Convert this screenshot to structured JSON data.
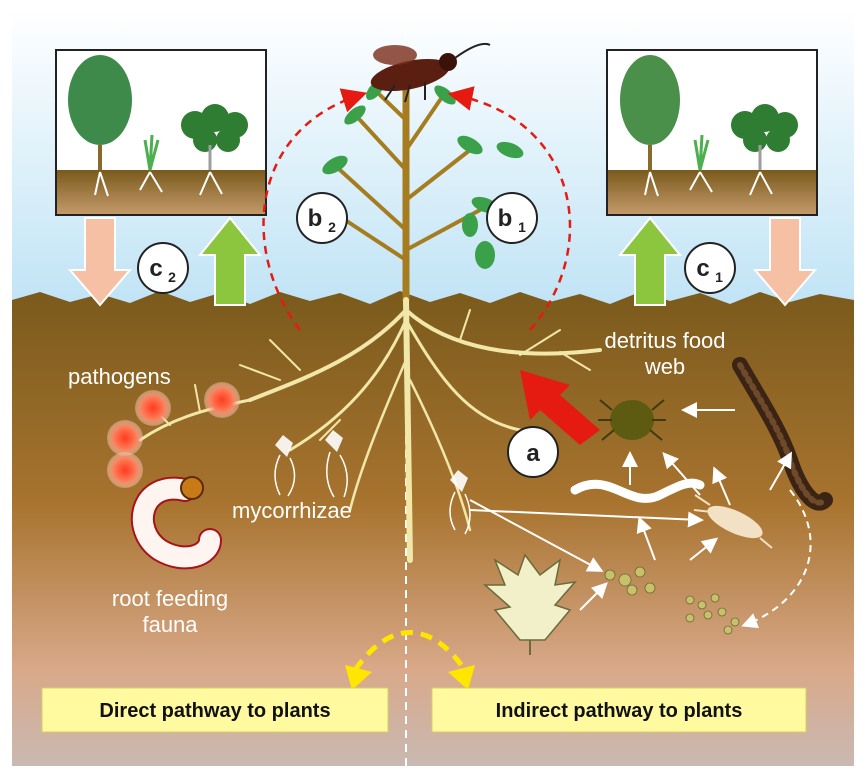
{
  "labels": {
    "pathogens": "pathogens",
    "mycorrhizae": "mycorrhizae",
    "root_feeding_line1": "root feeding",
    "root_feeding_line2": "fauna",
    "detritus_line1": "detritus food",
    "detritus_line2": "web"
  },
  "markers": {
    "a": "a",
    "b1": "b",
    "b1_sub": "1",
    "b2": "b",
    "b2_sub": "2",
    "c1": "c",
    "c1_sub": "1",
    "c2": "c",
    "c2_sub": "2"
  },
  "pathways": {
    "direct": "Direct pathway to plants",
    "indirect": "Indirect pathway to plants"
  },
  "colors": {
    "sky_top": "#bfe3f5",
    "soil_top": "#7a5a1c",
    "soil_bottom": "#d9a98a",
    "root": "#f1e7a8",
    "trunk": "#a57d20",
    "leaf": "#3aa04a",
    "red_arrow": "#e51b12",
    "green_arrow": "#8cc63f",
    "pink_arrow": "#f6c0a4",
    "label_box": "#fffaa0",
    "pathogen": "#e8321e"
  },
  "icons": {
    "insect": "wasp-icon",
    "grub": "grub-icon",
    "millipede": "millipede-icon",
    "mite": "mite-icon",
    "nematode": "nematode-icon",
    "springtail": "springtail-icon",
    "leaf": "maple-leaf-icon"
  }
}
